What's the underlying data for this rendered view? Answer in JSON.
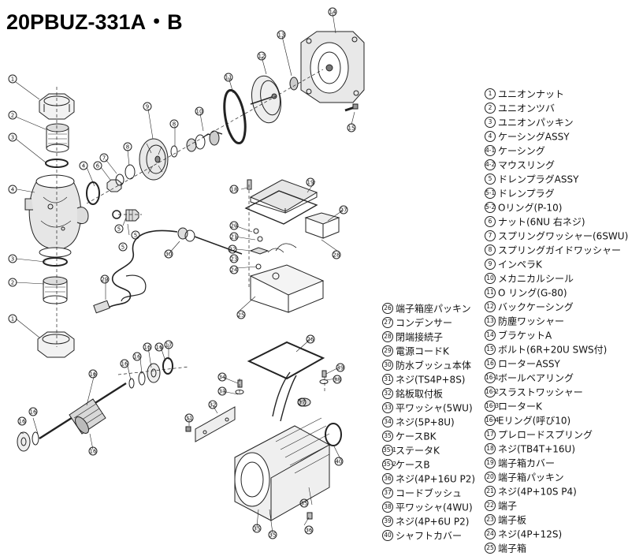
{
  "title": "20PBUZ-331A・B",
  "parts_right": [
    {
      "no": "1",
      "name": "ユニオンナット"
    },
    {
      "no": "2",
      "name": "ユニオンツバ"
    },
    {
      "no": "3",
      "name": "ユニオンパッキン"
    },
    {
      "no": "4",
      "name": "ケーシングASSY"
    },
    {
      "no": "4-1",
      "name": "ケーシング"
    },
    {
      "no": "4-2",
      "name": "マウスリング"
    },
    {
      "no": "5",
      "name": "ドレンプラグASSY"
    },
    {
      "no": "5-1",
      "name": "ドレンプラグ"
    },
    {
      "no": "5-2",
      "name": "Oリング(P-10)"
    },
    {
      "no": "6",
      "name": "ナット(6NU 右ネジ)"
    },
    {
      "no": "7",
      "name": "スプリングワッシャー(6SWU)"
    },
    {
      "no": "8",
      "name": "スプリングガイドワッシャー"
    },
    {
      "no": "9",
      "name": "インペラK"
    },
    {
      "no": "10",
      "name": "メカニカルシール"
    },
    {
      "no": "11",
      "name": "O リング(G-80)"
    },
    {
      "no": "12",
      "name": "バックケーシング"
    },
    {
      "no": "13",
      "name": "防塵ワッシャー"
    },
    {
      "no": "14",
      "name": "ブラケットA"
    },
    {
      "no": "15",
      "name": "ボルト(6R+20U SWS付)"
    },
    {
      "no": "16",
      "name": "ローターASSY"
    },
    {
      "no": "16-1",
      "name": "ボールベアリング"
    },
    {
      "no": "16-2",
      "name": "スラストワッシャー"
    },
    {
      "no": "16-3",
      "name": "ローターK"
    },
    {
      "no": "16-4",
      "name": "Eリング(呼び10)"
    },
    {
      "no": "17",
      "name": "プレロードスプリング"
    },
    {
      "no": "18",
      "name": "ネジ(TB4T+16U)"
    },
    {
      "no": "19",
      "name": "端子箱カバー"
    },
    {
      "no": "20",
      "name": "端子箱パッキン"
    },
    {
      "no": "21",
      "name": "ネジ(4P+10S P4)"
    },
    {
      "no": "22",
      "name": "端子"
    },
    {
      "no": "23",
      "name": "端子板"
    },
    {
      "no": "24",
      "name": "ネジ(4P+12S)"
    },
    {
      "no": "25",
      "name": "端子箱"
    }
  ],
  "parts_left": [
    {
      "no": "26",
      "name": "端子箱座パッキン"
    },
    {
      "no": "27",
      "name": "コンデンサー"
    },
    {
      "no": "28",
      "name": "閉端接続子"
    },
    {
      "no": "29",
      "name": "電源コードK"
    },
    {
      "no": "30",
      "name": "防水ブッシュ本体"
    },
    {
      "no": "31",
      "name": "ネジ(TS4P+8S)"
    },
    {
      "no": "32",
      "name": "銘板取付板"
    },
    {
      "no": "33",
      "name": "平ワッシャ(5WU)"
    },
    {
      "no": "34",
      "name": "ネジ(5P+8U)"
    },
    {
      "no": "35",
      "name": "ケースBK"
    },
    {
      "no": "35-1",
      "name": "ステータK"
    },
    {
      "no": "35-2",
      "name": "ケースB"
    },
    {
      "no": "36",
      "name": "ネジ(4P+16U P2)"
    },
    {
      "no": "37",
      "name": "コードブッシュ"
    },
    {
      "no": "38",
      "name": "平ワッシャ(4WU)"
    },
    {
      "no": "39",
      "name": "ネジ(4P+6U P2)"
    },
    {
      "no": "40",
      "name": "シャフトカバー"
    }
  ]
}
